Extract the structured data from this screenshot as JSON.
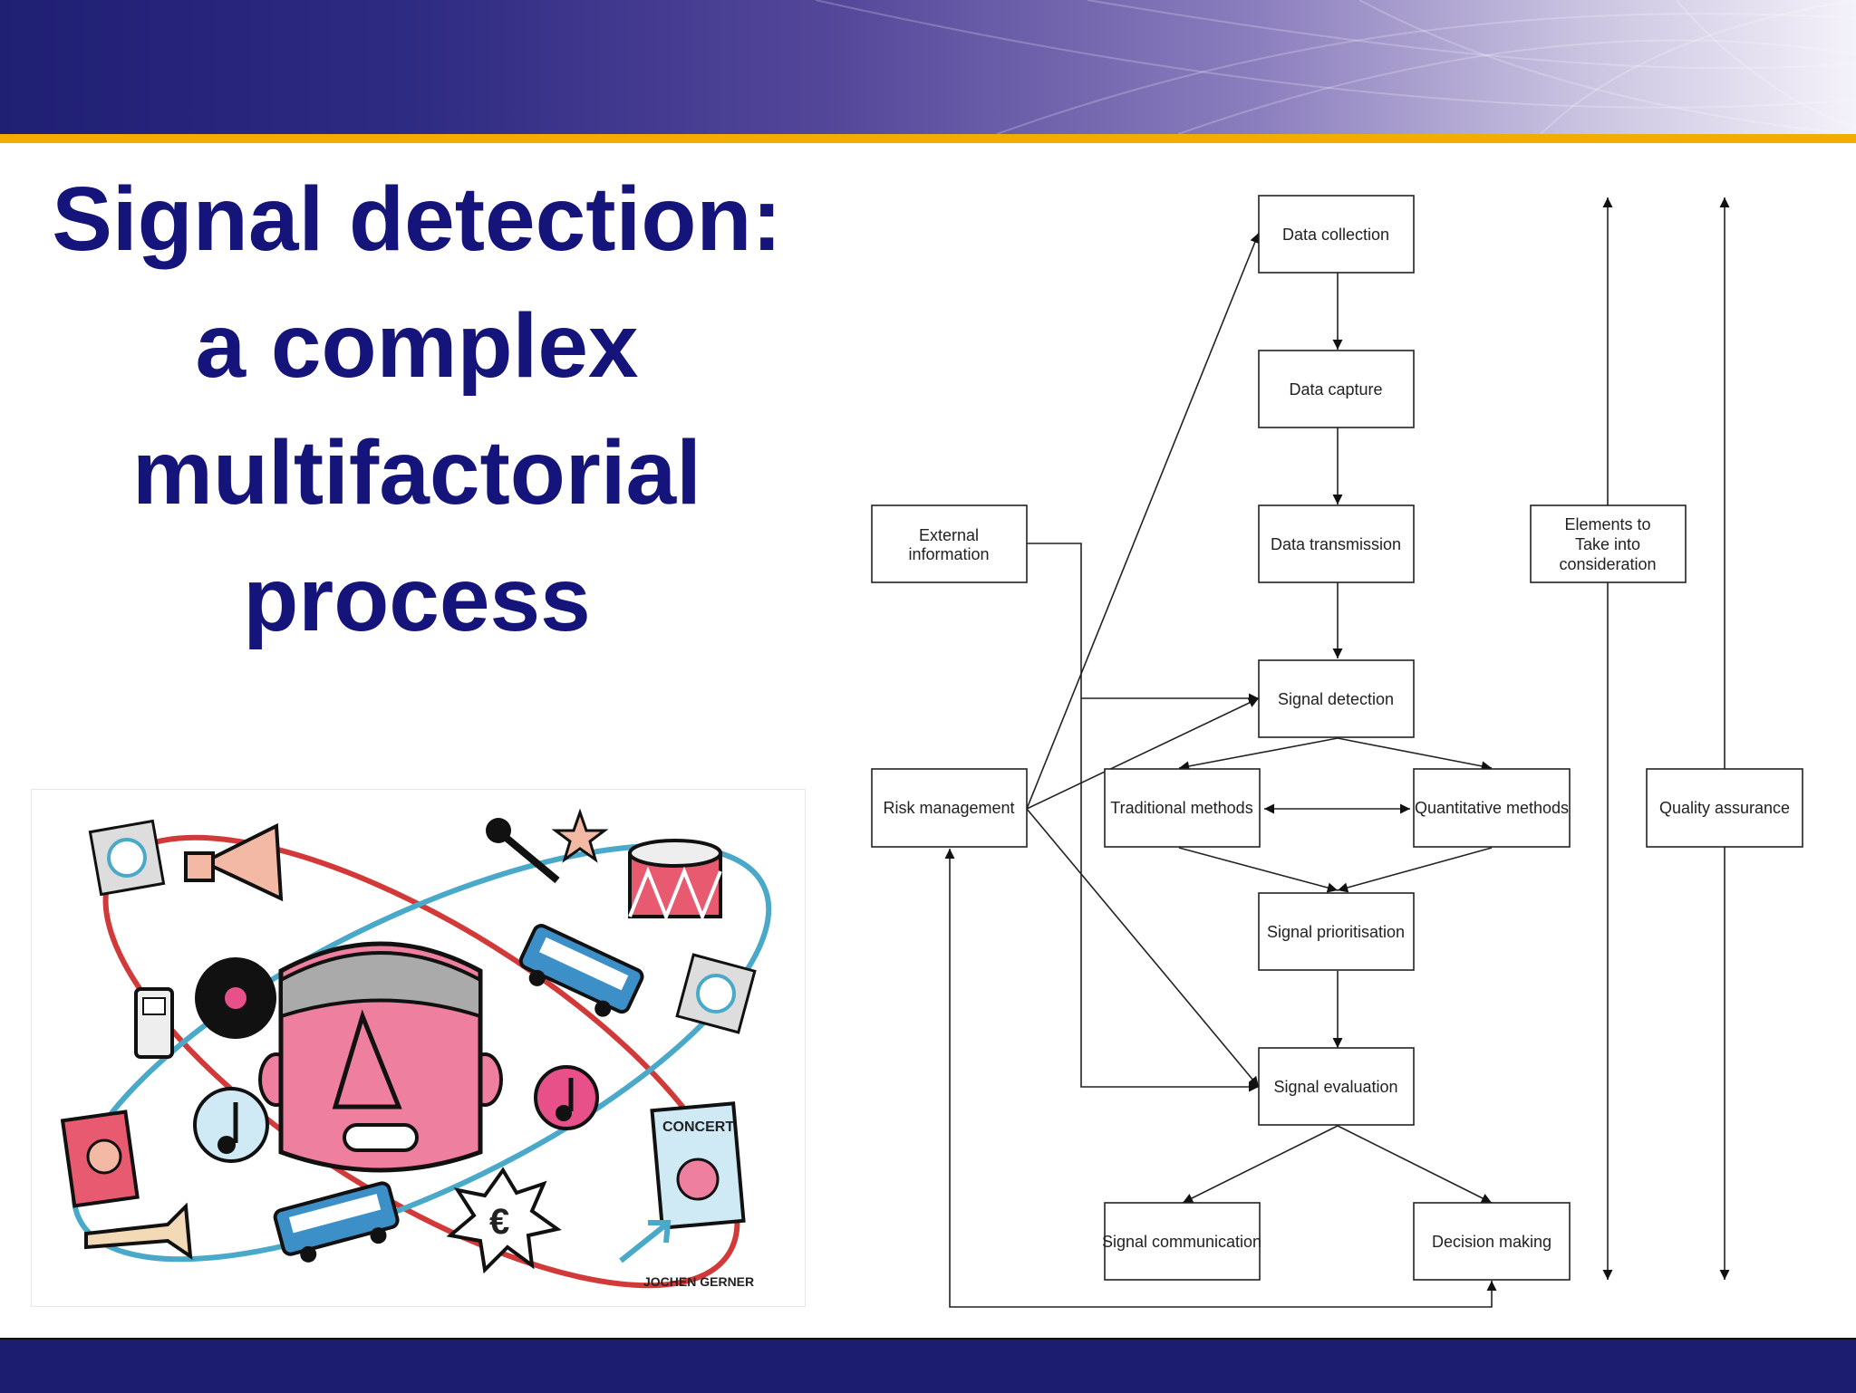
{
  "slide": {
    "title": "Signal detection: a complex multifactorial process"
  },
  "illustration": {
    "credit": "JOCHEN GERNER",
    "poster_text": "CONCERT",
    "currency_symbol": "€"
  },
  "diagram": {
    "nodes": {
      "data_collection": "Data collection",
      "data_capture": "Data capture",
      "data_transmission": "Data transmission",
      "signal_detection": "Signal detection",
      "traditional_methods": "Traditional methods",
      "quantitative_methods": "Quantitative methods",
      "signal_prioritisation": "Signal prioritisation",
      "signal_evaluation": "Signal evaluation",
      "signal_communication": "Signal communication",
      "decision_making": "Decision making",
      "external_information_1": "External",
      "external_information_2": "information",
      "risk_management": "Risk management",
      "elements_1": "Elements to",
      "elements_2": "Take into",
      "elements_3": "consideration",
      "quality_assurance": "Quality assurance"
    }
  },
  "colors": {
    "title": "#14147a",
    "header_dark": "#1f1f74",
    "gold_rule": "#f2ad00",
    "footer": "#1c1c70"
  }
}
